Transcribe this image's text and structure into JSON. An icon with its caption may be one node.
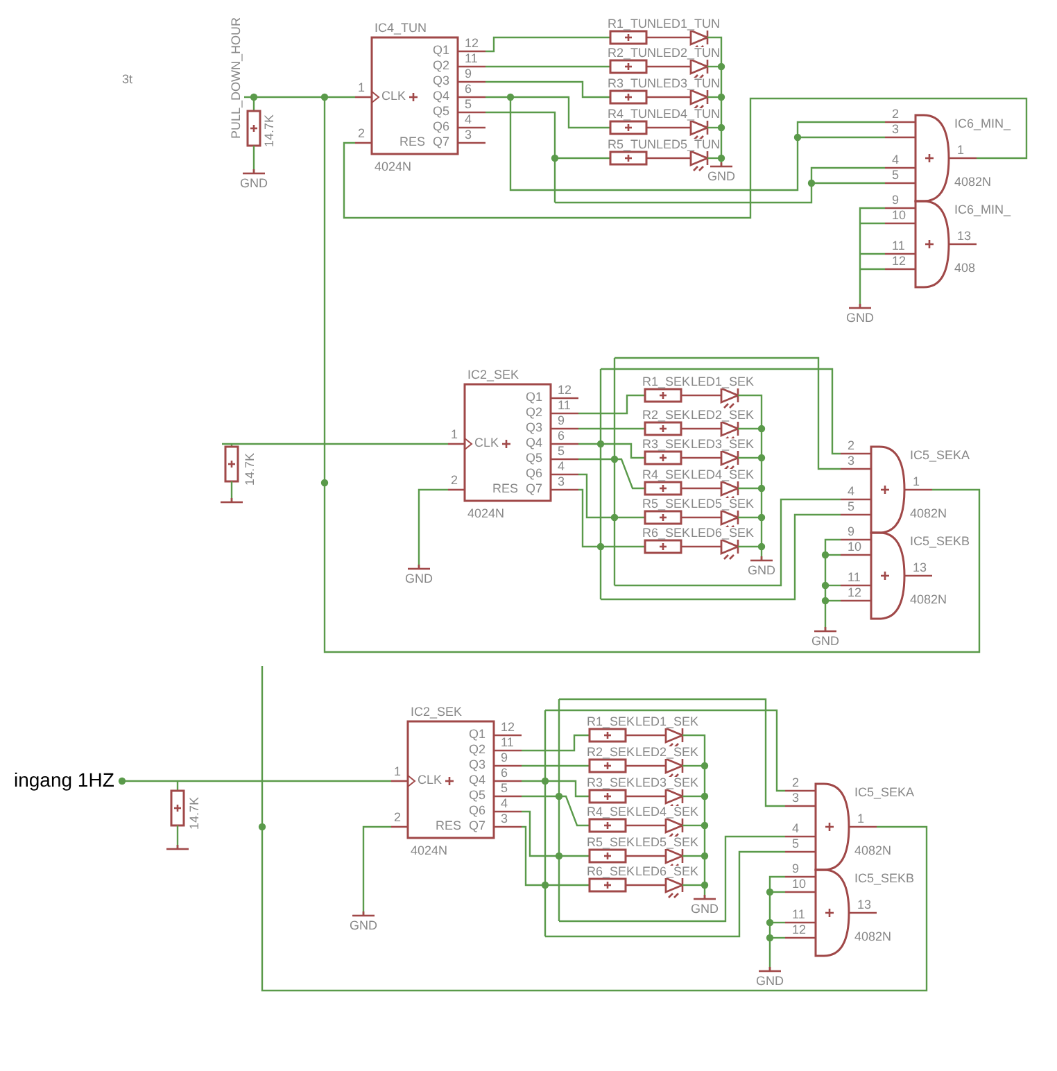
{
  "diagram": {
    "labels": [
      "3t",
      "PULL_DOWN_HOUR",
      "14.7K",
      "GND",
      "IC4_TUN",
      "1",
      "CLK",
      "2",
      "RES",
      "Q1",
      "Q2",
      "Q3",
      "Q4",
      "Q5",
      "Q6",
      "Q7",
      "12",
      "11",
      "9",
      "6",
      "5",
      "4",
      "3",
      "4024N",
      "R1_TUN",
      "LED1_TUN",
      "R2_TUN",
      "LED2_TUN",
      "R3_TUN",
      "LED3_TUN",
      "R4_TUN",
      "LED4_TUN",
      "R5_TUN",
      "LED5_TUN",
      "GND",
      "IC6_MIN_",
      "2",
      "3",
      "4",
      "5",
      "1",
      "4082N",
      "IC6_MIN_",
      "9",
      "10",
      "11",
      "12",
      "13",
      "408",
      "GND",
      "14.7K",
      "IC2_SEK",
      "1",
      "CLK",
      "2",
      "RES",
      "Q1",
      "Q2",
      "Q3",
      "Q4",
      "Q5",
      "Q6",
      "Q7",
      "12",
      "11",
      "9",
      "6",
      "5",
      "4",
      "3",
      "4024N",
      "GND",
      "R1_SEK",
      "LED1_SEK",
      "R2_SEK",
      "LED2_SEK",
      "R3_SEK",
      "LED3_SEK",
      "R4_SEK",
      "LED4_SEK",
      "R5_SEK",
      "LED5_SEK",
      "R6_SEK",
      "LED6_SEK",
      "GND",
      "IC5_SEKA",
      "2",
      "3",
      "4",
      "5",
      "1",
      "4082N",
      "IC5_SEKB",
      "9",
      "10",
      "11",
      "12",
      "13",
      "4082N",
      "GND",
      "ingang 1HZ",
      "14.7K",
      "IC2_SEK",
      "1",
      "CLK",
      "2",
      "RES",
      "Q1",
      "Q2",
      "Q3",
      "Q4",
      "Q5",
      "Q6",
      "Q7",
      "12",
      "11",
      "9",
      "6",
      "5",
      "4",
      "3",
      "4024N",
      "GND",
      "R1_SEK",
      "LED1_SEK",
      "R2_SEK",
      "LED2_SEK",
      "R3_SEK",
      "LED3_SEK",
      "R4_SEK",
      "LED4_SEK",
      "R5_SEK",
      "LED5_SEK",
      "R6_SEK",
      "LED6_SEK",
      "GND",
      "IC5_SEKA",
      "2",
      "3",
      "4",
      "5",
      "1",
      "4082N",
      "IC5_SEKB",
      "9",
      "10",
      "11",
      "12",
      "13",
      "4082N",
      "GND"
    ]
  }
}
